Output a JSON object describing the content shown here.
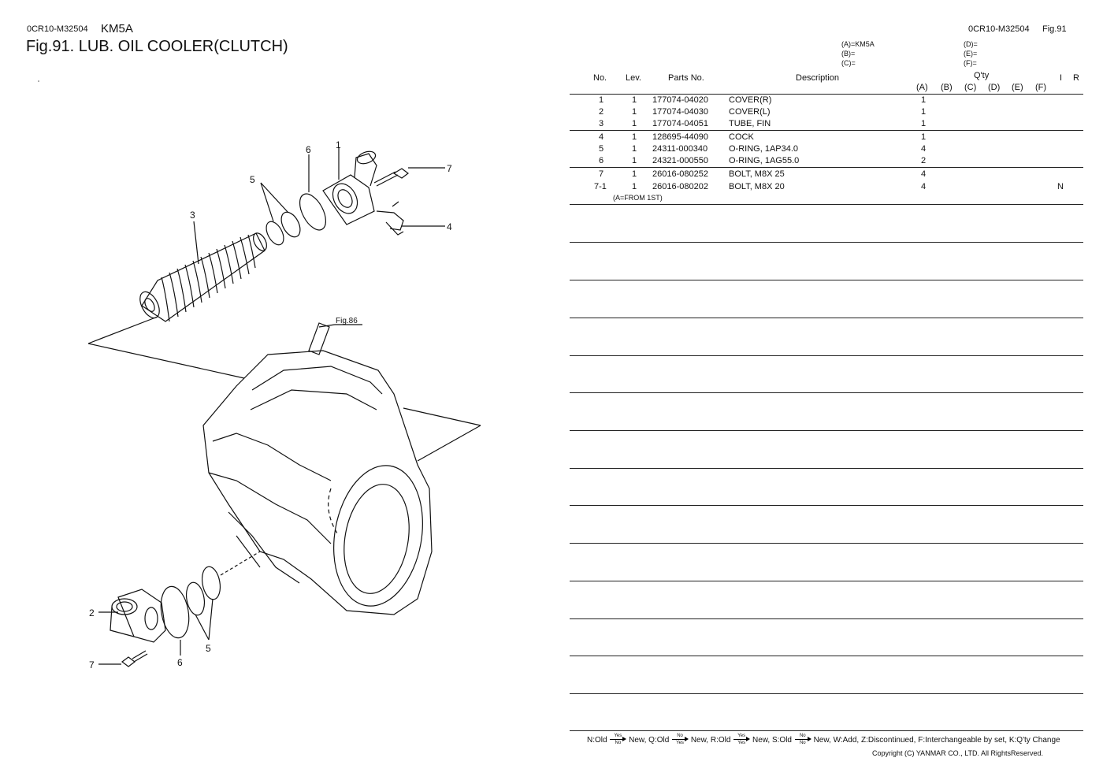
{
  "header_left": {
    "doc_code": "0CR10-M32504",
    "model": "KM5A",
    "figure_title": "Fig.91.  LUB. OIL COOLER(CLUTCH)"
  },
  "header_right": {
    "doc_code": "0CR10-M32504",
    "fig": "Fig.91"
  },
  "variants": {
    "a": "(A)=KM5A",
    "b": "(B)=",
    "c": "(C)=",
    "d": "(D)=",
    "e": "(E)=",
    "f": "(F)="
  },
  "table_header": {
    "no": "No.",
    "lev": "Lev.",
    "parts_no": "Parts No.",
    "description": "Description",
    "qty": "Q'ty",
    "col_a": "(A)",
    "col_b": "(B)",
    "col_c": "(C)",
    "col_d": "(D)",
    "col_e": "(E)",
    "col_f": "(F)",
    "col_i": "I",
    "col_r": "R"
  },
  "parts": [
    {
      "no": "1",
      "lev": "1",
      "parts_no": "177074-04020",
      "description": "COVER(R)",
      "qty_a": "1",
      "r": ""
    },
    {
      "no": "2",
      "lev": "1",
      "parts_no": "177074-04030",
      "description": "COVER(L)",
      "qty_a": "1",
      "r": ""
    },
    {
      "no": "3",
      "lev": "1",
      "parts_no": "177074-04051",
      "description": "TUBE, FIN",
      "qty_a": "1",
      "r": ""
    },
    {
      "no": "4",
      "lev": "1",
      "parts_no": "128695-44090",
      "description": "COCK",
      "qty_a": "1",
      "r": ""
    },
    {
      "no": "5",
      "lev": "1",
      "parts_no": "24311-000340",
      "description": "O-RING, 1AP34.0",
      "qty_a": "4",
      "r": ""
    },
    {
      "no": "6",
      "lev": "1",
      "parts_no": "24321-000550",
      "description": "O-RING, 1AG55.0",
      "qty_a": "2",
      "r": ""
    },
    {
      "no": "7",
      "lev": "1",
      "parts_no": "26016-080252",
      "description": "BOLT, M8X 25",
      "qty_a": "4",
      "r": ""
    },
    {
      "no": "7-1",
      "lev": "1",
      "parts_no": "26016-080202",
      "description": "BOLT, M8X 20",
      "qty_a": "4",
      "r": "N"
    }
  ],
  "note_row": "(A=FROM 1ST)",
  "diagram_labels": {
    "l1": "1",
    "l2": "2",
    "l3": "3",
    "l4": "4",
    "l5a": "5",
    "l5b": "5",
    "l6a": "6",
    "l6b": "6",
    "l7a": "7",
    "l7b": "7",
    "fig_ref": "Fig.86"
  },
  "footer": {
    "n_old": "N:Old",
    "n_new": "New,",
    "q_old": "Q:Old",
    "q_new": "New,",
    "r_old": "R:Old",
    "r_new": "New,",
    "s_old": "S:Old",
    "s_tail": "New, W:Add, Z:Discontinued, F:Interchangeable by set, K:Q'ty Change",
    "yes": "Yes",
    "no": "No",
    "copyright": "Copyright (C)  YANMAR CO., LTD. All RightsReserved."
  }
}
